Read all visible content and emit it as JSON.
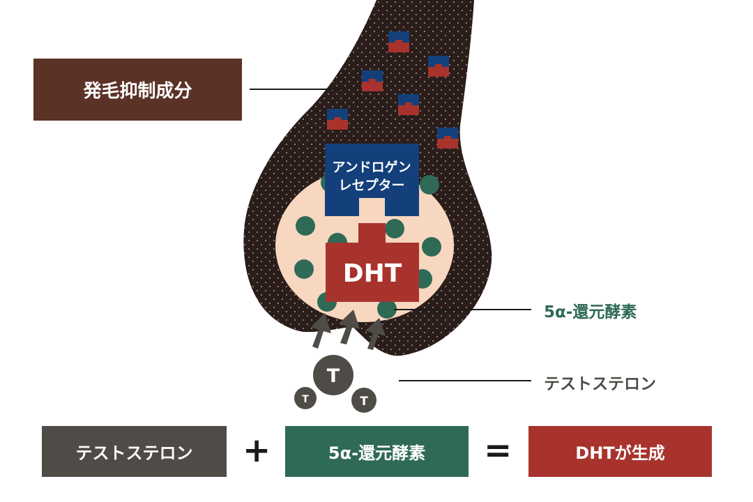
{
  "labels": {
    "hair_loss_inhibitor": "発毛抑制成分",
    "enzyme": "5α-還元酵素",
    "testosterone": "テストステロン"
  },
  "receptor": {
    "line1": "アンドロゲン",
    "line2": "レセプター"
  },
  "dht": "DHT",
  "t_mark": "T",
  "equation": {
    "term1": "テストステロン",
    "plus": "+",
    "term2": "5α-還元酵素",
    "equals": "=",
    "result": "DHTが生成"
  },
  "colors": {
    "follicle": "#2a1d1a",
    "dermal_papilla": "#f7d7bf",
    "receptor": "#13407a",
    "dht": "#a8332d",
    "enzyme": "#2f6a57",
    "testosterone": "#4f4c47",
    "brown_box": "#5b3226"
  },
  "icons": {
    "arrow": "up-arrow-icon"
  }
}
